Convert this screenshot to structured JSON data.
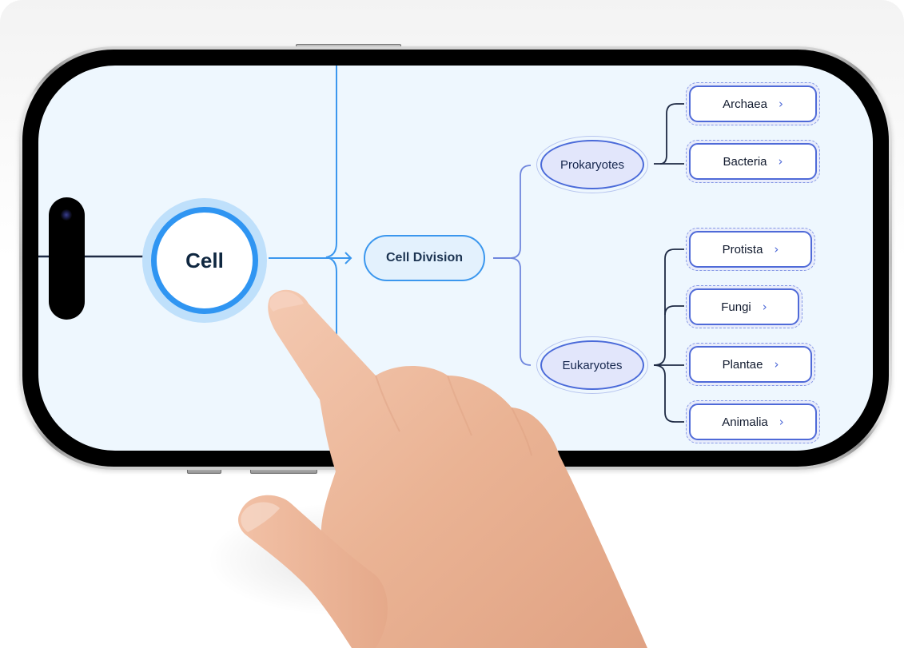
{
  "mindmap": {
    "root": {
      "label": "Cell"
    },
    "level1": {
      "label": "Cell Division"
    },
    "branches": [
      {
        "label": "Prokaryotes",
        "children": [
          {
            "label": "Archaea",
            "icon": "chevron-right-icon",
            "glyph": "›"
          },
          {
            "label": "Bacteria",
            "icon": "chevron-right-icon",
            "glyph": "›"
          }
        ]
      },
      {
        "label": "Eukaryotes",
        "children": [
          {
            "label": "Protista",
            "icon": "chevron-right-icon",
            "glyph": "›"
          },
          {
            "label": "Fungi",
            "icon": "chevron-right-icon",
            "glyph": "›"
          },
          {
            "label": "Plantae",
            "icon": "chevron-right-icon",
            "glyph": "›"
          },
          {
            "label": "Animalia",
            "icon": "chevron-right-icon",
            "glyph": "›"
          }
        ]
      }
    ]
  },
  "colors": {
    "screen_bg": "#eef7fe",
    "root_ring": "#2f95f2",
    "root_halo": "#bfe0fb",
    "division_border": "#3b97ee",
    "branch_border": "#4a6ad9",
    "leaf_border": "#4f6ad8",
    "connector_blue": "#3b97ee",
    "connector_indigo": "#6f86dd",
    "connector_dark": "#1e2a44",
    "text_dark": "#0f2740"
  }
}
